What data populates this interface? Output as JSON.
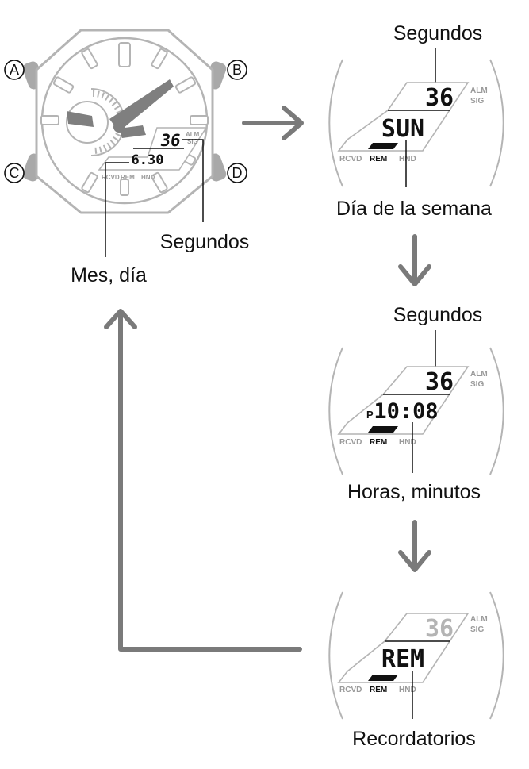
{
  "colors": {
    "outline": "#b4b4b4",
    "arrow": "#7a7a7a",
    "text": "#111111",
    "button": "#a9a9a9",
    "hand": "#7f7f7f"
  },
  "watch": {
    "buttons": {
      "a": "A",
      "b": "B",
      "c": "C",
      "d": "D"
    },
    "lcd_seconds": "36",
    "lcd_date": "6.30",
    "indicators": {
      "alm": "ALM",
      "sig": "SIG",
      "rcvd": "RCVD",
      "rem": "REM",
      "hnd": "HND"
    },
    "callout_seconds": "Segundos",
    "callout_date": "Mes, día"
  },
  "panels": [
    {
      "top_label": "Segundos",
      "seconds": "36",
      "ampm": "",
      "main": "SUN",
      "bottom_label": "Día de la semana",
      "seconds_dim": false
    },
    {
      "top_label": "Segundos",
      "seconds": "36",
      "ampm": "P",
      "main": "10:08",
      "bottom_label": "Horas, minutos",
      "seconds_dim": false
    },
    {
      "top_label": "",
      "seconds": "36",
      "ampm": "",
      "main": "REM",
      "bottom_label": "Recordatorios",
      "seconds_dim": true
    }
  ],
  "panel_indicators": {
    "alm": "ALM",
    "sig": "SIG",
    "rcvd": "RCVD",
    "rem": "REM",
    "hnd": "HND"
  }
}
